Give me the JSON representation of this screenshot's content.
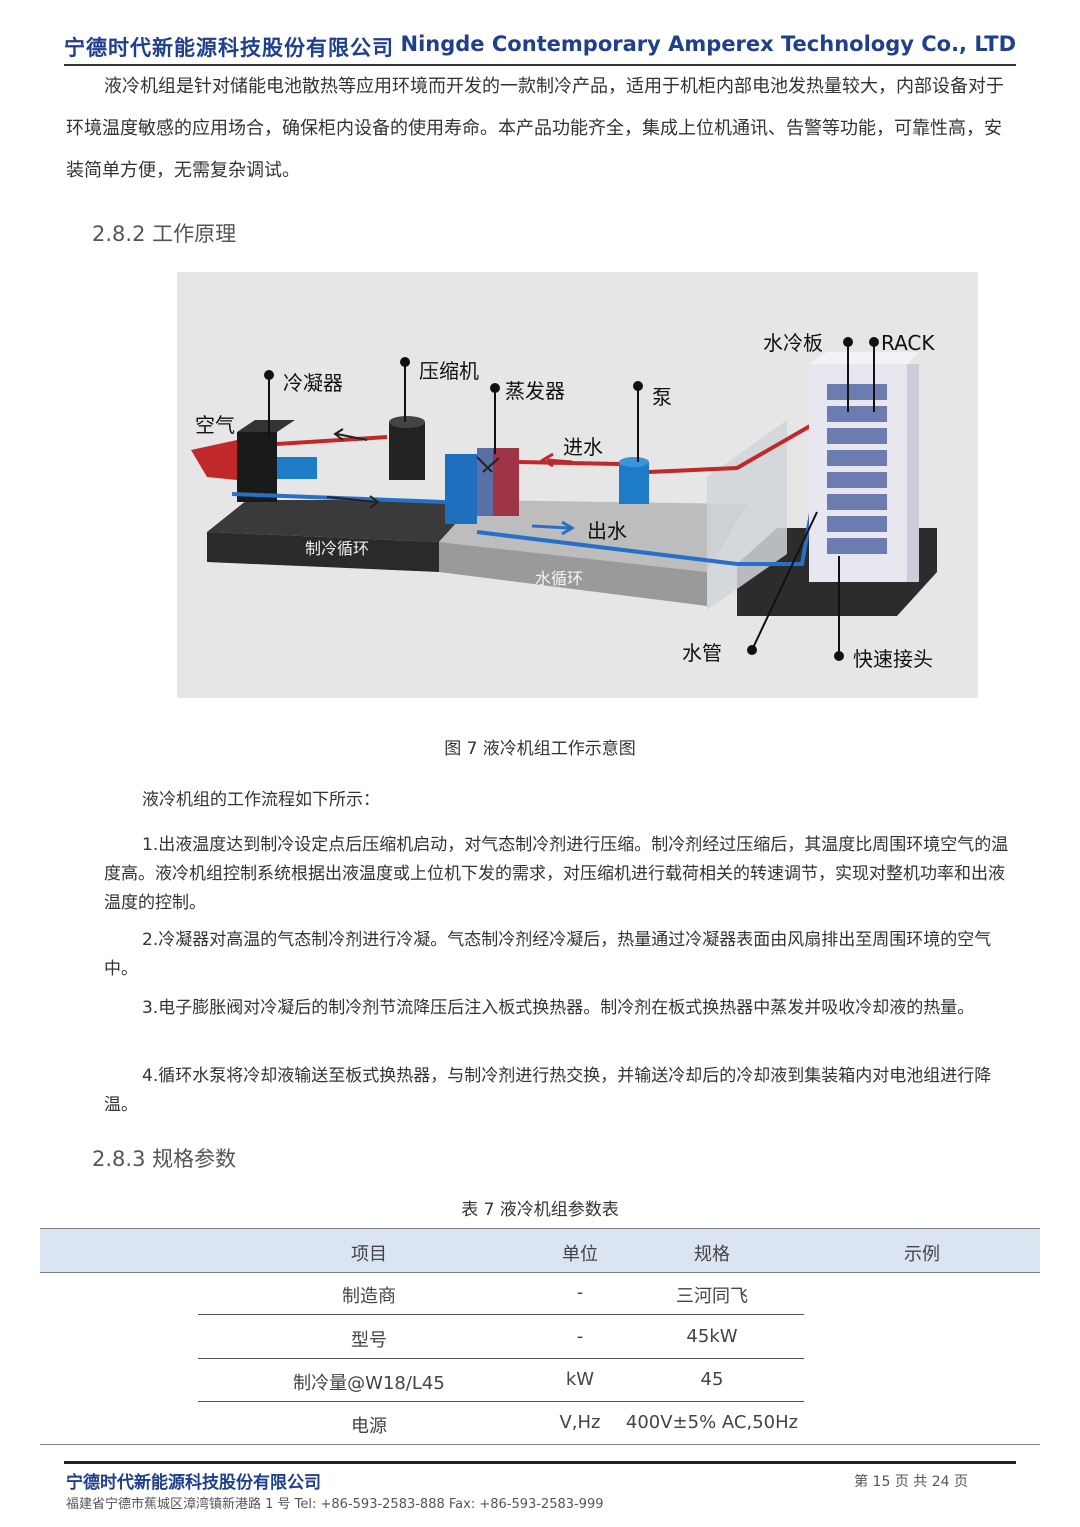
{
  "header": {
    "company_cn": "宁德时代新能源科技股份有限公司",
    "company_en": "Ningde Contemporary Amperex Technology Co., LTD"
  },
  "intro": "液冷机组是针对储能电池散热等应用环境而开发的一款制冷产品，适用于机柜内部电池发热量较大，内部设备对于环境温度敏感的应用场合，确保柜内设备的使用寿命。本产品功能齐全，集成上位机通讯、告警等功能，可靠性高，安装简单方便，无需复杂调试。",
  "section_282": "2.8.2  工作原理",
  "figure": {
    "labels": {
      "air": "空气",
      "condenser": "冷凝器",
      "compressor": "压缩机",
      "evaporator": "蒸发器",
      "pump": "泵",
      "water_in": "进水",
      "water_out": "出水",
      "cold_plate": "水冷板",
      "rack": "RACK",
      "refrigeration_cycle": "制冷循环",
      "water_cycle": "水循环",
      "water_pipe": "水管",
      "quick_connector": "快速接头"
    },
    "caption": "图 7  液冷机组工作示意图"
  },
  "flow_intro": "液冷机组的工作流程如下所示：",
  "steps": [
    "1.出液温度达到制冷设定点后压缩机启动，对气态制冷剂进行压缩。制冷剂经过压缩后，其温度比周围环境空气的温度高。液冷机组控制系统根据出液温度或上位机下发的需求，对压缩机进行载荷相关的转速调节，实现对整机功率和出液温度的控制。",
    "2.冷凝器对高温的气态制冷剂进行冷凝。气态制冷剂经冷凝后，热量通过冷凝器表面由风扇排出至周围环境的空气中。",
    "3.电子膨胀阀对冷凝后的制冷剂节流降压后注入板式换热器。制冷剂在板式换热器中蒸发并吸收冷却液的热量。",
    "4.循环水泵将冷却液输送至板式换热器，与制冷剂进行热交换，并输送冷却后的冷却液到集装箱内对电池组进行降温。"
  ],
  "section_283": "2.8.3  规格参数",
  "table": {
    "title": "表 7  液冷机组参数表",
    "headers": [
      "项目",
      "单位",
      "规格",
      "示例"
    ],
    "rows": [
      [
        "制造商",
        "-",
        "三河同飞"
      ],
      [
        "型号",
        "-",
        "45kW"
      ],
      [
        "制冷量@W18/L45",
        "kW",
        "45"
      ],
      [
        "电源",
        "V,Hz",
        "400V±5% AC,50Hz"
      ]
    ]
  },
  "footer": {
    "company": "宁德时代新能源科技股份有限公司",
    "page": "第 15 页  共 24 页",
    "address": "福建省宁德市蕉城区漳湾镇新港路 1 号  Tel:  +86-593-2583-888 Fax:  +86-593-2583-999"
  },
  "colors": {
    "brand_blue": "#1f3f8f",
    "table_header_bg": "#dbe5f1"
  }
}
